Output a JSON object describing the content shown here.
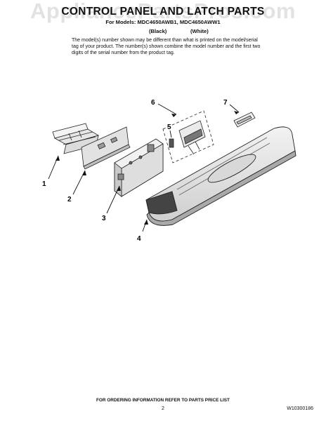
{
  "header": {
    "title": "CONTROL PANEL AND LATCH PARTS",
    "models": "For Models: MDC4650AWB1, MDC4650AWW1",
    "color_black": "(Black)",
    "color_white": "(White)",
    "watermark": "AppliancePartsPros.com"
  },
  "note": {
    "text": "The model(s) number shown may be different than what is printed on the model/serial tag of your product. The number(s) shown combine the model number and the first two digits of the serial number from the product tag."
  },
  "callouts": {
    "c1": "1",
    "c2": "2",
    "c3": "3",
    "c4": "4",
    "c5": "5",
    "c6": "6",
    "c7": "7"
  },
  "footer": {
    "instructions": "FOR ORDERING INFORMATION REFER TO PARTS PRICE LIST",
    "page": "2",
    "code": "W10300186"
  }
}
